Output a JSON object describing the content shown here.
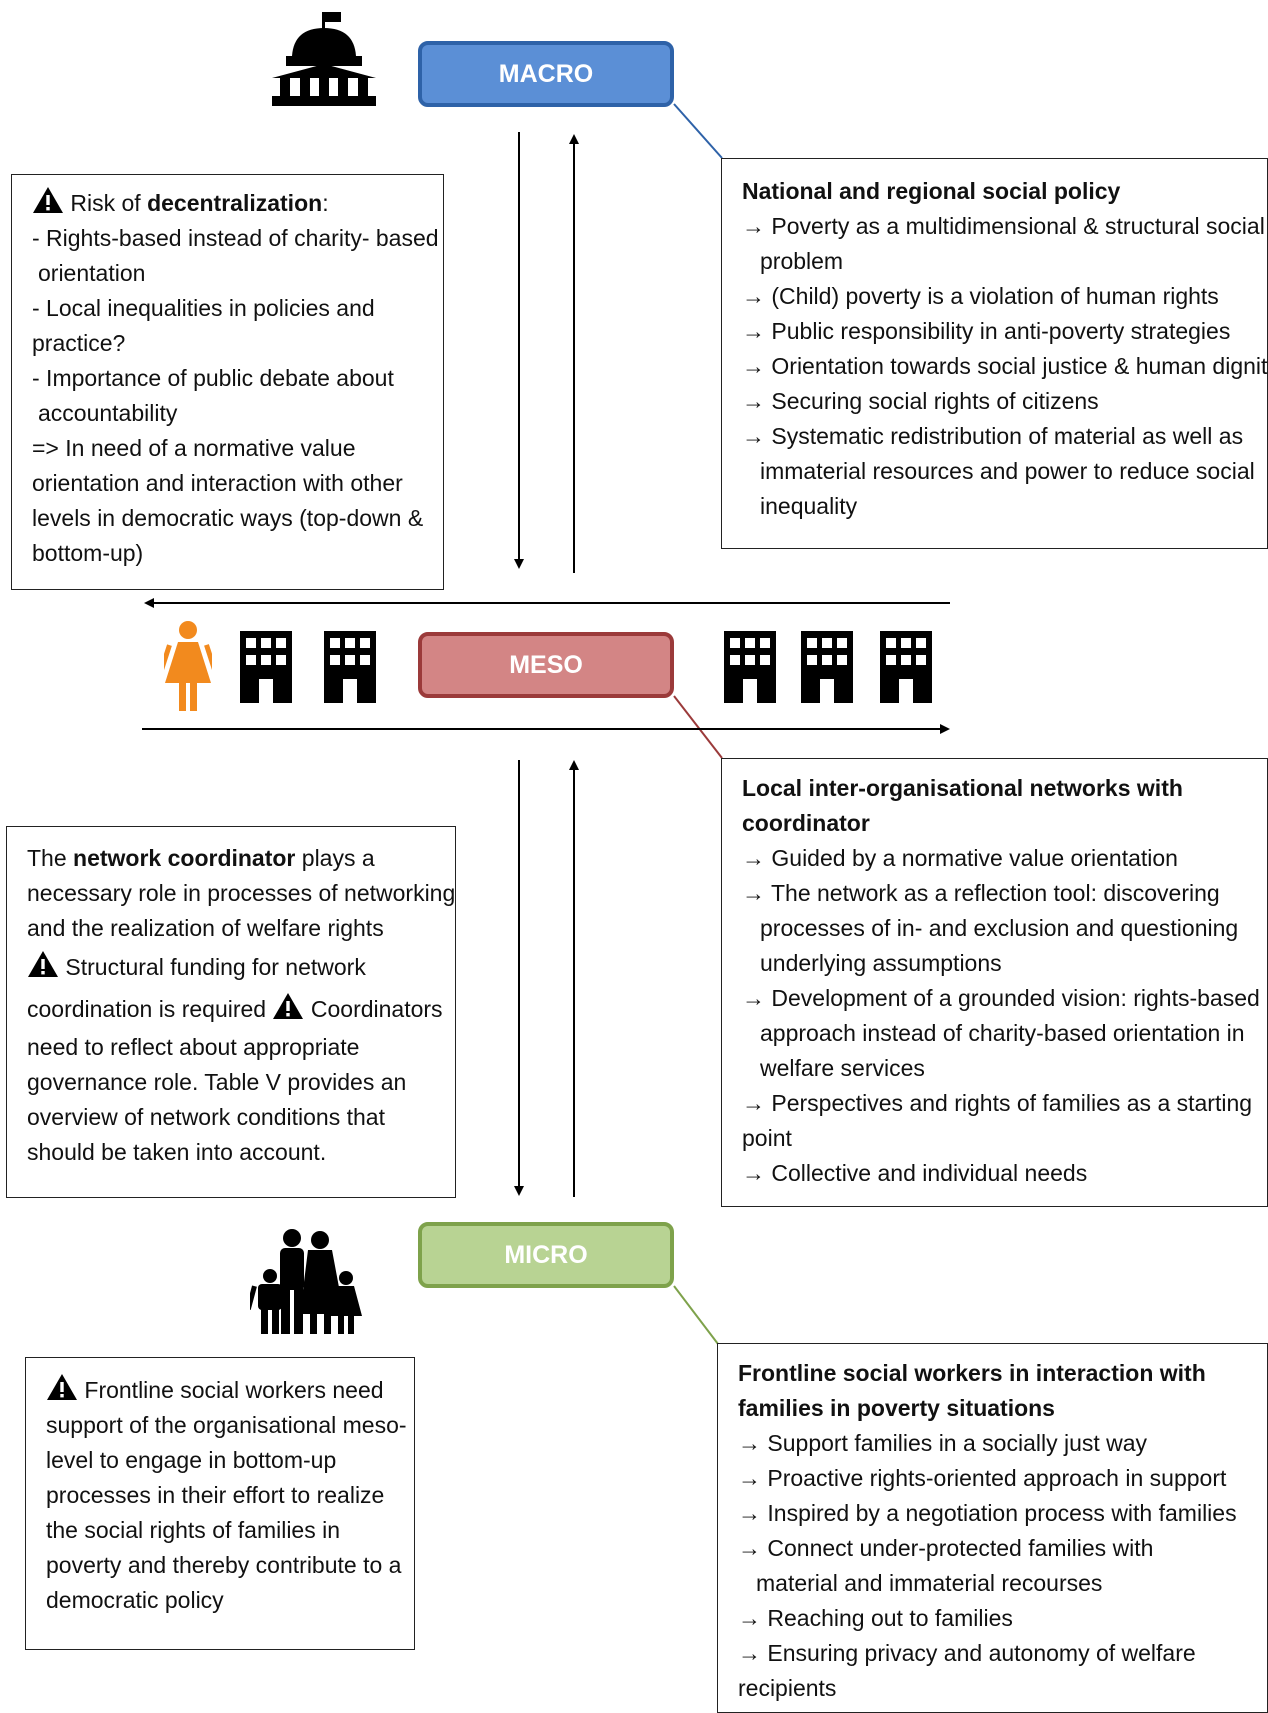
{
  "levels": {
    "macro": "MACRO",
    "meso": "MESO",
    "micro": "MICRO"
  },
  "colors": {
    "macro": "#5b8fd6",
    "meso": "#d38585",
    "micro": "#b8d393",
    "person": "#f28a1e"
  },
  "icons": [
    "government-building-icon",
    "woman-icon",
    "office-building-icon",
    "family-icon",
    "warning-icon"
  ],
  "macro_box": {
    "title": "National and regional social policy",
    "items": [
      "→ Poverty as a multidimensional & structural social",
      "problem",
      "→ (Child) poverty is a violation of human rights",
      "→ Public responsibility in anti-poverty strategies",
      "→ Orientation towards social justice & human dignity",
      "→ Securing social rights of citizens",
      "→ Systematic redistribution of material as well as",
      "immaterial resources and power to reduce social",
      "inequality"
    ]
  },
  "risk_box": {
    "pre": "Risk of ",
    "bold": "decentralization",
    "post": ":",
    "lines": [
      "- Rights-based instead of charity- based",
      "orientation",
      "- Local inequalities in policies and",
      "practice?",
      "- Importance of public debate about",
      "accountability",
      "=> In need of a normative value",
      "orientation and interaction with other",
      "levels in democratic ways (top-down &",
      "bottom-up)"
    ]
  },
  "meso_box": {
    "title_1": "Local inter-organisational networks with",
    "title_2": "coordinator",
    "items": [
      "→ Guided by a normative value orientation",
      "→ The network as a reflection tool: discovering",
      "processes of in- and exclusion and questioning",
      "underlying assumptions",
      "→ Development of a grounded vision: rights-based",
      "approach instead of charity-based orientation in",
      "welfare services",
      "→ Perspectives and rights of families as a starting",
      "point",
      "→ Collective and individual needs"
    ]
  },
  "coordinator_box": {
    "pre": "The ",
    "bold": "network coordinator",
    "post": " plays a",
    "line2": "necessary role in processes of networking",
    "line3": "and the realization of welfare rights",
    "line4": "Structural funding for network",
    "line5a": "coordination is required",
    "line5b": "Coordinators",
    "line6": "need to reflect about appropriate",
    "line7": "governance role. Table V provides an",
    "line8": "overview of network conditions that",
    "line9": "should be taken into account."
  },
  "frontline_box": {
    "line1": "Frontline social workers need",
    "lines": [
      "support of the organisational meso-",
      "level to engage in bottom-up",
      "processes in their effort to realize",
      "the social rights of families in",
      "poverty and thereby contribute to a",
      "democratic policy"
    ]
  },
  "micro_box": {
    "title_1": "Frontline social workers in interaction with",
    "title_2": "families in poverty situations",
    "items": [
      "→ Support families in a socially just way",
      "→ Proactive rights-oriented approach in support",
      "→ Inspired by a negotiation process with families",
      "→ Connect under-protected families with",
      "material and immaterial recourses",
      "→ Reaching out to families",
      "→ Ensuring privacy and autonomy of welfare",
      "recipients"
    ]
  }
}
